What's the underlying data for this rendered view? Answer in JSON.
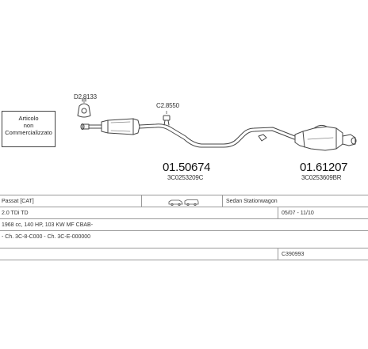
{
  "notice": {
    "line1": "Articolo",
    "line2": "non",
    "line3": "Commercializzato"
  },
  "parts": {
    "clamp_front": "D2.8133",
    "clamp_mid": "C2.8550",
    "middle_silencer": {
      "number": "01.50674",
      "oe": "3C0253209C"
    },
    "rear_silencer": {
      "number": "01.61207",
      "oe": "3C0253609BR"
    }
  },
  "vehicle": {
    "model": "Passat [CAT]",
    "body": "Sedan Stationwagon",
    "engine": "2.0 TDi TD",
    "period": "05/07 - 11/10",
    "spec": "1968 cc, 140 HP, 103 KW MF CBAB-",
    "chassis": "- Ch. 3C-8-C000 - Ch. 3C-E-000000",
    "ref": "C390993",
    "body_icon": "car-sedan-wagon-icon"
  }
}
